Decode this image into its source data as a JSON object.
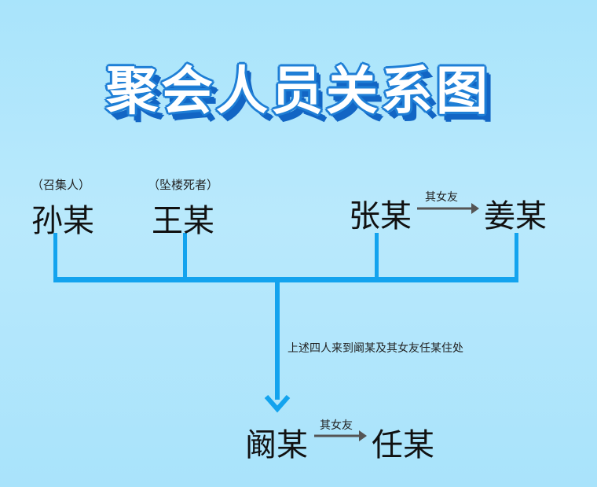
{
  "title": "聚会人员关系图",
  "people": {
    "sun": {
      "name": "孙某",
      "note": "（召集人）"
    },
    "wang": {
      "name": "王某",
      "note": "（坠楼死者）"
    },
    "zhang": {
      "name": "张某"
    },
    "jiang": {
      "name": "姜某"
    },
    "yan": {
      "name": "阚某"
    },
    "ren": {
      "name": "任某"
    }
  },
  "relations": {
    "zhang_jiang": "其女友",
    "yan_ren": "其女友"
  },
  "flow_label": "上述四人来到阚某及其女友任某住处",
  "colors": {
    "connector": "#13a3ee",
    "arrow": "#555555",
    "title_outline": "#1f7fd6"
  }
}
